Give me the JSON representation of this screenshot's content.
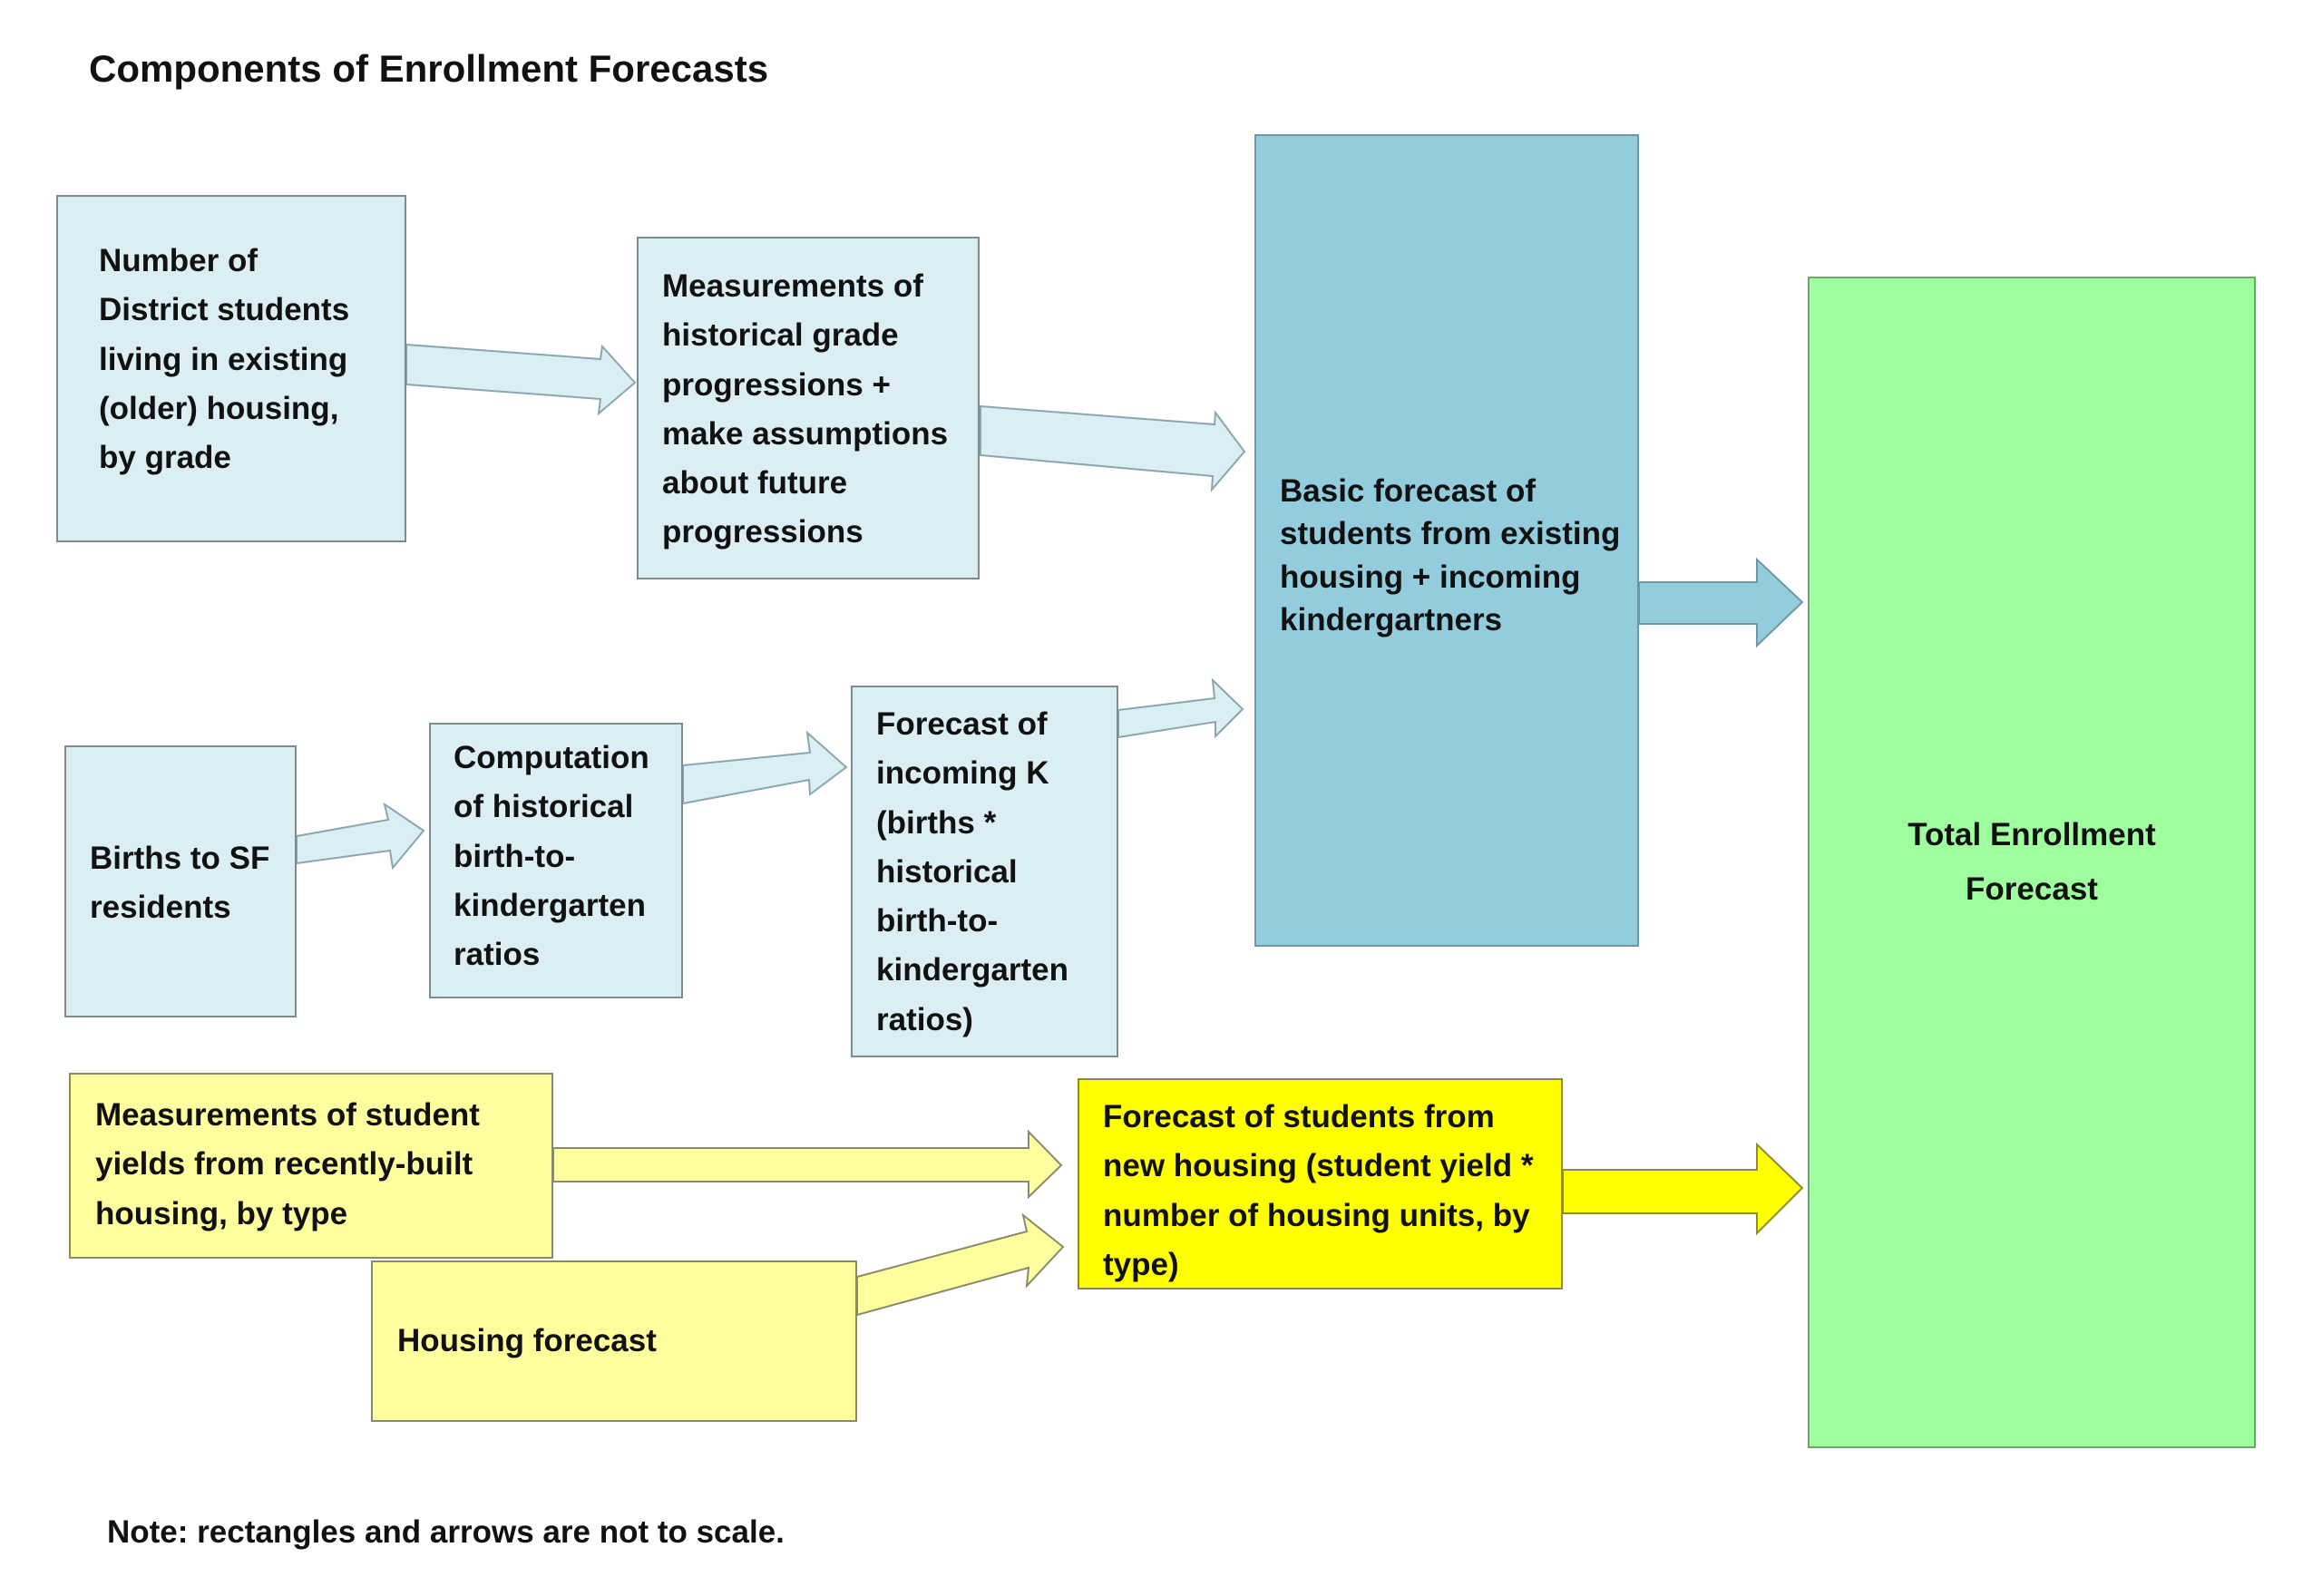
{
  "title": "Components of Enrollment Forecasts",
  "note": "Note:  rectangles and arrows are not to scale.",
  "colors": {
    "light_blue": "#dbeef4",
    "medium_blue": "#93cddd",
    "pale_yellow": "#fefe9e",
    "yellow": "#ffff00",
    "green": "#9fff9f",
    "arrow_blue": "#dbeef4",
    "arrow_blue_dark": "#93cddd"
  },
  "boxes": {
    "existing_housing_students": {
      "lines": [
        "Number of",
        "District students",
        "living in existing",
        "(older) housing,",
        "by grade"
      ]
    },
    "grade_progressions": {
      "lines": [
        "Measurements of",
        "historical grade",
        "progressions +",
        "make assumptions",
        "about future",
        "progressions"
      ]
    },
    "basic_forecast": {
      "lines": [
        "Basic forecast of",
        "students from existing",
        "housing + incoming",
        "kindergartners"
      ]
    },
    "births": {
      "lines": [
        "Births to SF",
        "residents"
      ]
    },
    "birth_ratio_computation": {
      "lines": [
        "Computation",
        "of historical",
        "birth-to-",
        "kindergarten",
        "ratios"
      ]
    },
    "incoming_k_forecast": {
      "lines": [
        "Forecast of",
        "incoming K",
        "(births *",
        "historical",
        "birth-to-",
        "kindergarten",
        "ratios)"
      ]
    },
    "student_yields": {
      "lines": [
        "Measurements of student",
        "yields from recently-built",
        "housing, by type"
      ]
    },
    "housing_forecast": {
      "lines": [
        "Housing forecast"
      ]
    },
    "new_housing_forecast": {
      "lines": [
        "Forecast of students from",
        "new housing (student yield *",
        "number of housing units, by",
        "type)"
      ]
    },
    "total_enrollment": {
      "lines": [
        "Total Enrollment",
        "Forecast"
      ]
    }
  }
}
